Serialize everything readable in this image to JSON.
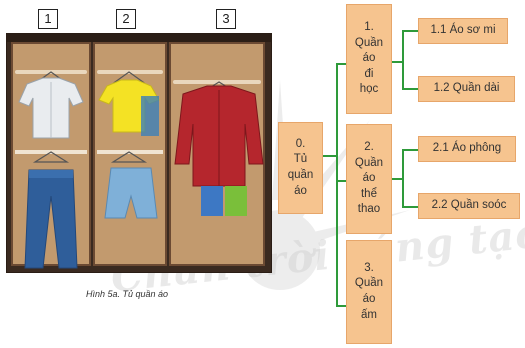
{
  "figure": {
    "labels": [
      "1",
      "2",
      "3"
    ],
    "caption": "Hình 5a. Tủ quần áo"
  },
  "tree": {
    "root": "0.\nTủ\nquần\náo",
    "categories": [
      {
        "label": "1.\nQuần\náo\nđi\nhọc",
        "children": [
          "1.1 Áo sơ mi",
          "1.2 Quần dài"
        ]
      },
      {
        "label": "2.\nQuần\náo\nthể\nthao",
        "children": [
          "2.1 Áo phông",
          "2.2 Quần soóc"
        ]
      },
      {
        "label": "3.\nQuần\náo\nấm",
        "children": []
      }
    ]
  },
  "watermark": "Chân trời sáng tạo",
  "colors": {
    "box_fill": "#f6c48f",
    "box_border": "#e7a66a",
    "connector": "#2e9a3a"
  }
}
